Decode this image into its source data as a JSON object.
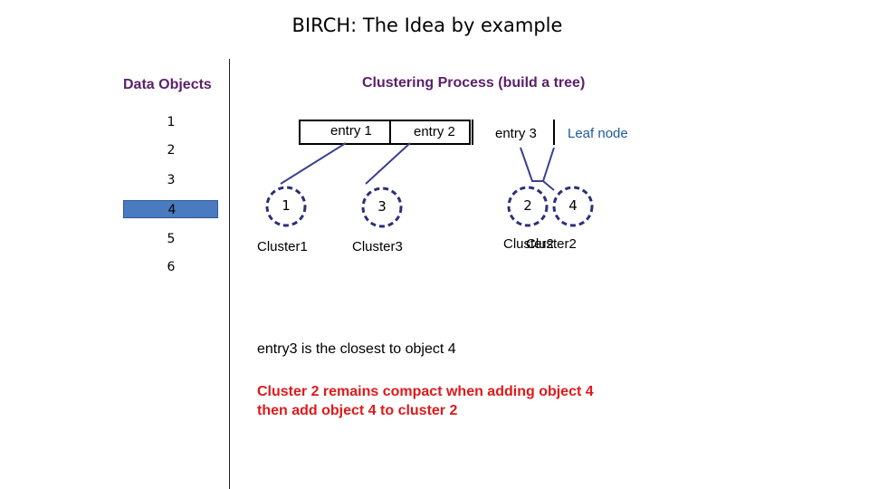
{
  "title": "BIRCH: The Idea by example",
  "left_heading": "Data Objects",
  "right_heading": "Clustering Process  (build a tree)",
  "objects": [
    "1",
    "2",
    "3",
    "4",
    "5",
    "6"
  ],
  "highlighted_object": "4",
  "node": {
    "entry1": "entry 1",
    "entry2": "entry 2",
    "entry3": "entry 3",
    "leaf_label": "Leaf node"
  },
  "clusters": {
    "c1": {
      "member": "1",
      "label": "Cluster1"
    },
    "c3": {
      "member": "3",
      "label": "Cluster3"
    },
    "c2": {
      "members": [
        "2",
        "4"
      ],
      "label_a": "Cluster2",
      "label_b": "Cluster2"
    }
  },
  "notes": {
    "closest": "entry3 is the closest to object 4",
    "red_line1": "Cluster 2 remains compact when adding object 4",
    "red_line2": "then  add object 4 to cluster 2"
  },
  "colors": {
    "heading": "#5b1f6b",
    "highlight": "#4a7bc0",
    "cluster_outline": "#2b2f7a",
    "leaf": "#1f5a9a",
    "red": "#e0191a"
  }
}
